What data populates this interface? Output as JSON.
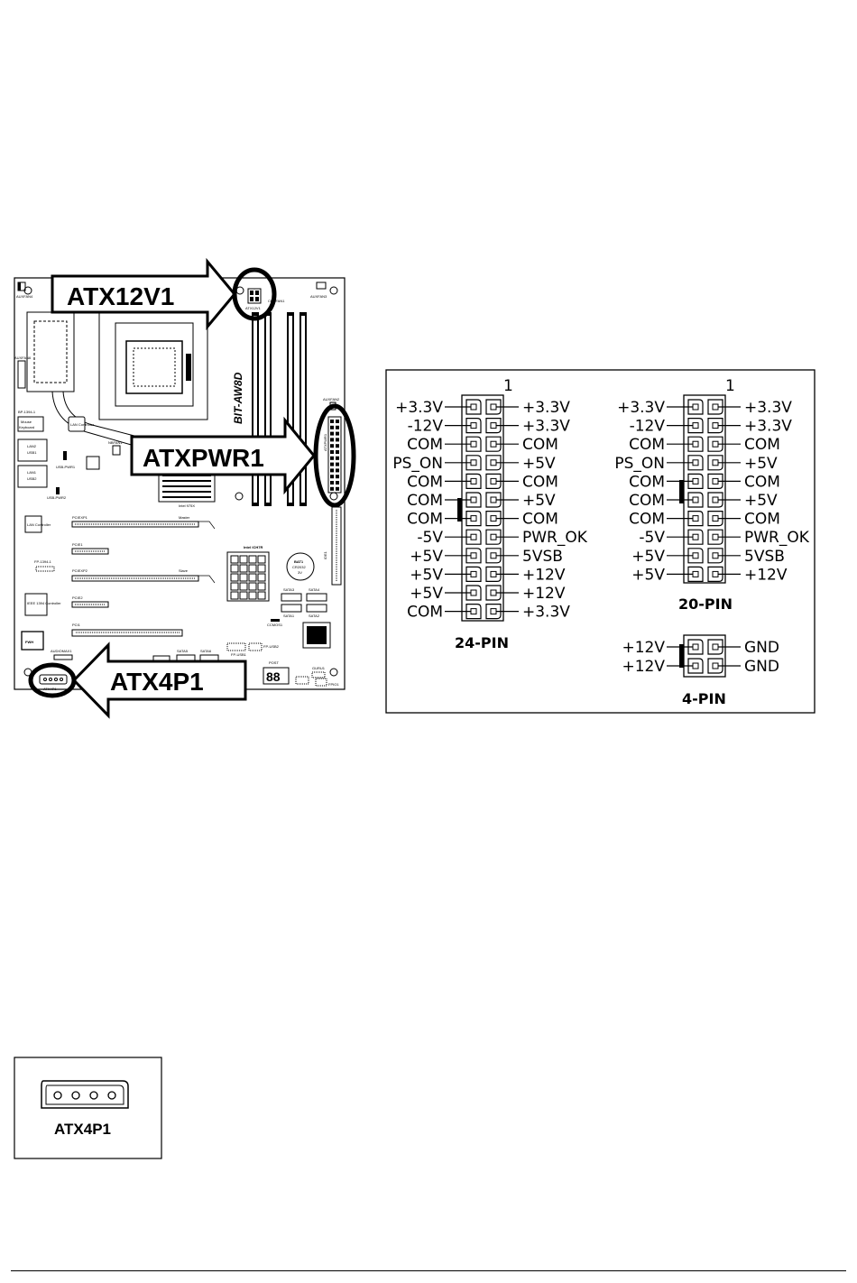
{
  "board": {
    "labels": {
      "auxfan4": "AUXFAN4",
      "auxfan3": "AUXFAN3",
      "auxfan2": "AUXFAN2",
      "auxfan6": "AUXFAN6",
      "atx12v1_small": "ATX12V1",
      "cpufan": "CPUFAN1",
      "bp1394": "BP-1394-1",
      "mouse": "Mouse",
      "keyboard": "Keyboard",
      "lan_ctrl": "LAN Controller",
      "lan2": "LAN2",
      "usb1": "USB1",
      "lan1": "LAN1",
      "usb2": "USB2",
      "usb_pwr1": "USB-PWR1",
      "usb_pwr2": "USB-PWR2",
      "nbfan": "NBFAN1",
      "atxpwr1_small": "ATXPWR1",
      "intel975x": "Intel 975X",
      "pciexp1": "PCIEXP1",
      "master": "Master",
      "pcie1": "PCIE1",
      "fp1394": "FP-1394-1",
      "pciexp2": "PCIEXP2",
      "slave": "Slave",
      "pcie2": "PCIE2",
      "pci1": "PCI1",
      "ide1": "IDE1",
      "intel_ich7r": "Intel ICH7R",
      "bat1": "BAT1",
      "cr2032": "CR2032",
      "bat_v": "3V",
      "sata3": "SATA3",
      "sata4": "SATA4",
      "sata1": "SATA1",
      "sata2": "SATA2",
      "ccmos1": "CCMOS1",
      "fwh": "FWH",
      "audiomax1": "AUDIOMAX1",
      "atx4p1_small": "ATX4P1",
      "sata5": "SATA5",
      "sata6": "SATA6",
      "fpusb1": "FP-USB1",
      "fpusb2": "FP-USB2",
      "post": "POST",
      "post_digits": "88",
      "guru1": "GURU1",
      "fpio1": "FPIO1",
      "ieee1394": "IEEE 1394 Controller",
      "brand": "BIT-AW8D"
    },
    "callouts": {
      "atx12v1": "ATX12V1",
      "atxpwr1": "ATXPWR1",
      "atx4p1": "ATX4P1"
    }
  },
  "pinout": {
    "pin_one": "1",
    "pin24": {
      "title": "24-PIN",
      "left": [
        "+3.3V",
        "-12V",
        "COM",
        "PS_ON",
        "COM",
        "COM",
        "COM",
        "-5V",
        "+5V",
        "+5V",
        "+5V",
        "COM"
      ],
      "right": [
        "+3.3V",
        "+3.3V",
        "COM",
        "+5V",
        "COM",
        "+5V",
        "COM",
        "PWR_OK",
        "5VSB",
        "+12V",
        "+12V",
        "+3.3V"
      ]
    },
    "pin20": {
      "title": "20-PIN",
      "left": [
        "+3.3V",
        "-12V",
        "COM",
        "PS_ON",
        "COM",
        "COM",
        "COM",
        "-5V",
        "+5V",
        "+5V"
      ],
      "right": [
        "+3.3V",
        "+3.3V",
        "COM",
        "+5V",
        "COM",
        "+5V",
        "COM",
        "PWR_OK",
        "5VSB",
        "+12V"
      ]
    },
    "pin4": {
      "title": "4-PIN",
      "left": [
        "+12V",
        "+12V"
      ],
      "right": [
        "GND",
        "GND"
      ]
    }
  },
  "molex": {
    "label": "ATX4P1"
  }
}
